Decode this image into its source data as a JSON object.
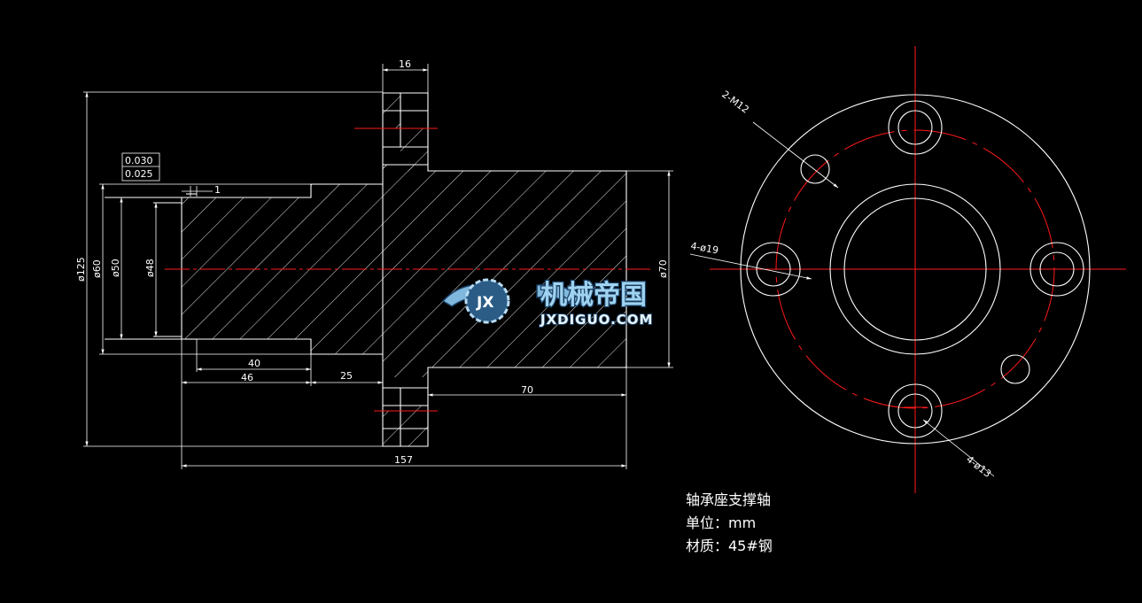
{
  "dimensions": {
    "flange_thickness": "16",
    "dia_125": "ø125",
    "dia_60": "ø60",
    "dia_50": "ø50",
    "dia_48": "ø48",
    "dia_70": "ø70",
    "len_40": "40",
    "len_46": "46",
    "len_25": "25",
    "len_70": "70",
    "len_157": "157",
    "groove_1": "1",
    "tol_upper": "0.030",
    "tol_lower": "0.025"
  },
  "end_view_labels": {
    "threaded_holes": "2-M12",
    "counterbore": "4-ø19",
    "through_holes": "4-ø13"
  },
  "notes": {
    "title": "轴承座支撑轴",
    "unit": "单位：mm",
    "material": "材质：45#钢"
  },
  "watermark": {
    "cn": "机械帝国",
    "en": "JXDIGUO.COM",
    "badge": "JX"
  },
  "colors": {
    "background": "#000000",
    "outline": "#ffffff",
    "centerline": "#ff1a1a",
    "watermark_text": "#9fd3f0"
  }
}
